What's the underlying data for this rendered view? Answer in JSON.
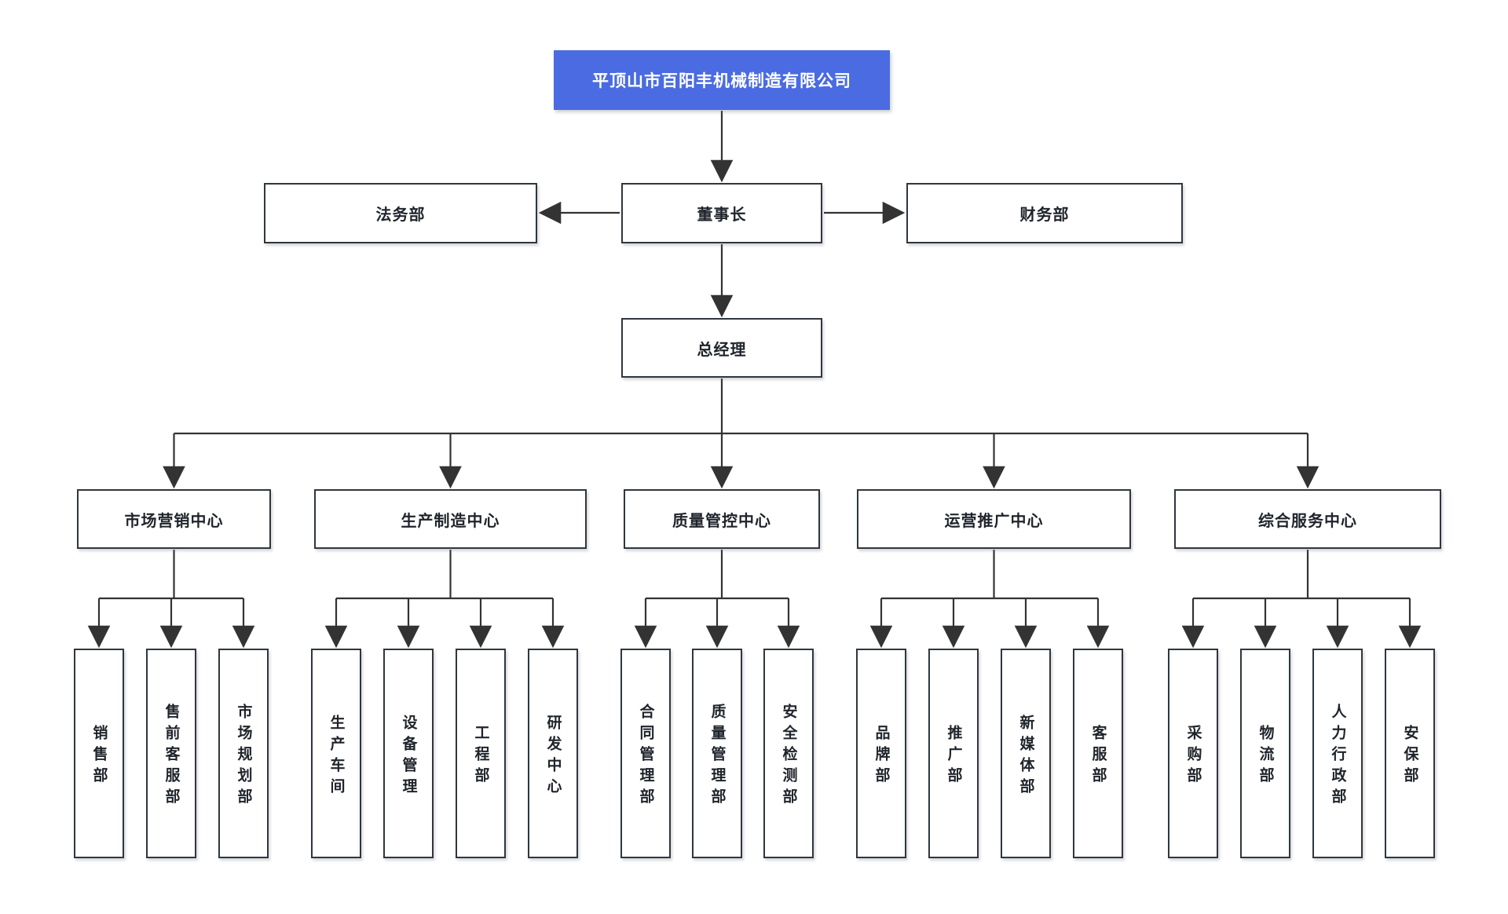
{
  "org": {
    "company": {
      "label": "平顶山市百阳丰机械制造有限公司"
    },
    "legal": {
      "label": "法务部"
    },
    "chairman": {
      "label": "董事长"
    },
    "finance": {
      "label": "财务部"
    },
    "general_manager": {
      "label": "总经理"
    },
    "centers": [
      {
        "label": "市场营销中心",
        "departments": [
          {
            "label": "销售部"
          },
          {
            "label": "售前客服部"
          },
          {
            "label": "市场规划部"
          }
        ]
      },
      {
        "label": "生产制造中心",
        "departments": [
          {
            "label": "生产车间"
          },
          {
            "label": "设备管理"
          },
          {
            "label": "工程部"
          },
          {
            "label": "研发中心"
          }
        ]
      },
      {
        "label": "质量管控中心",
        "departments": [
          {
            "label": "合同管理部"
          },
          {
            "label": "质量管理部"
          },
          {
            "label": "安全检测部"
          }
        ]
      },
      {
        "label": "运营推广中心",
        "departments": [
          {
            "label": "品牌部"
          },
          {
            "label": "推广部"
          },
          {
            "label": "新媒体部"
          },
          {
            "label": "客服部"
          }
        ]
      },
      {
        "label": "综合服务中心",
        "departments": [
          {
            "label": "采购部"
          },
          {
            "label": "物流部"
          },
          {
            "label": "人力行政部"
          },
          {
            "label": "安保部"
          }
        ]
      }
    ],
    "colors": {
      "root_fill": "#4a6be1",
      "root_text": "#ffffff",
      "node_fill": "#ffffff",
      "node_border": "#2f363e",
      "node_text": "#1f242b",
      "connector": "#333333",
      "page_bg": "#ffffff"
    }
  }
}
